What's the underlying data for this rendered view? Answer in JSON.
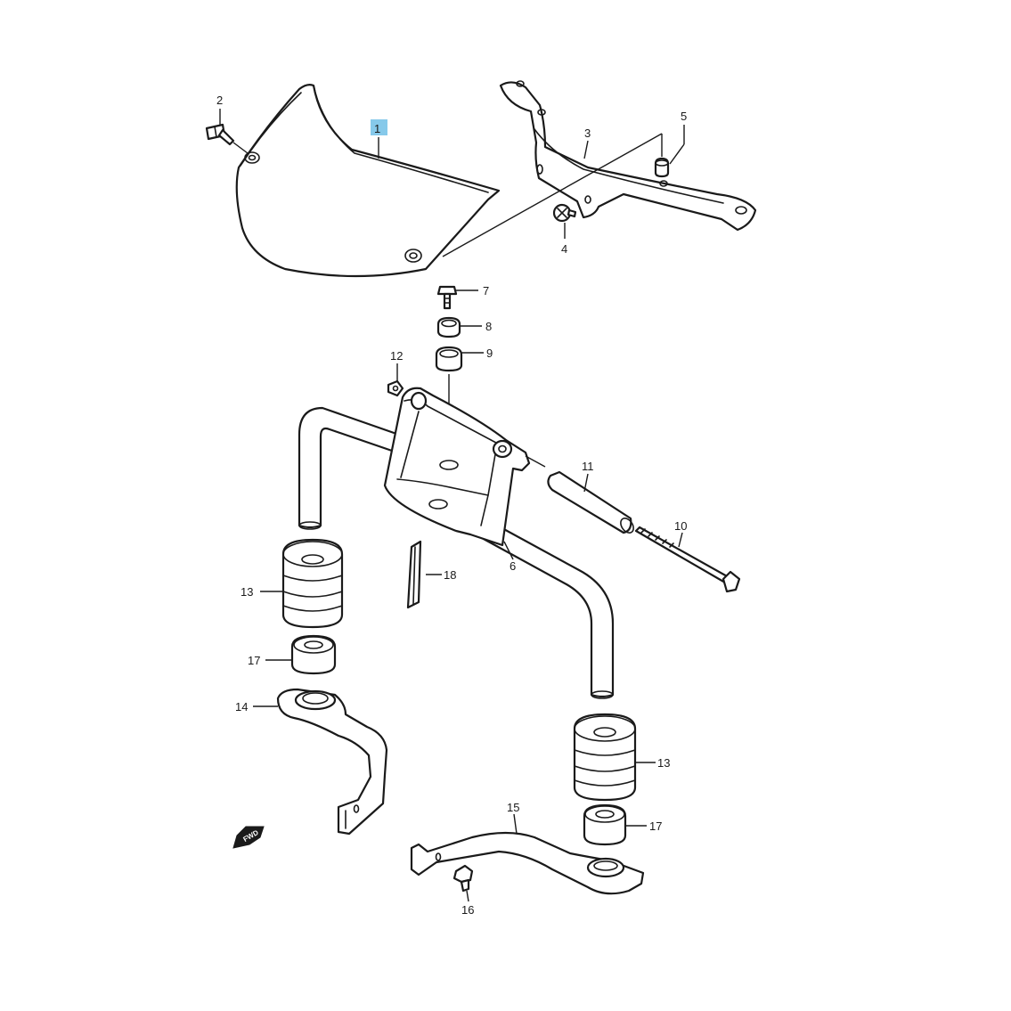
{
  "diagram": {
    "highlight_color": "#86c9ea",
    "line_color": "#1a1a1a",
    "highlighted_callout": "1",
    "fwd_label": "FWD",
    "callouts": {
      "c1": "1",
      "c2": "2",
      "c3": "3",
      "c4": "4",
      "c5": "5",
      "c6": "6",
      "c7": "7",
      "c8": "8",
      "c9": "9",
      "c10": "10",
      "c11": "11",
      "c12": "12",
      "c13a": "13",
      "c13b": "13",
      "c14": "14",
      "c15": "15",
      "c16": "16",
      "c17a": "17",
      "c17b": "17",
      "c18": "18"
    }
  }
}
